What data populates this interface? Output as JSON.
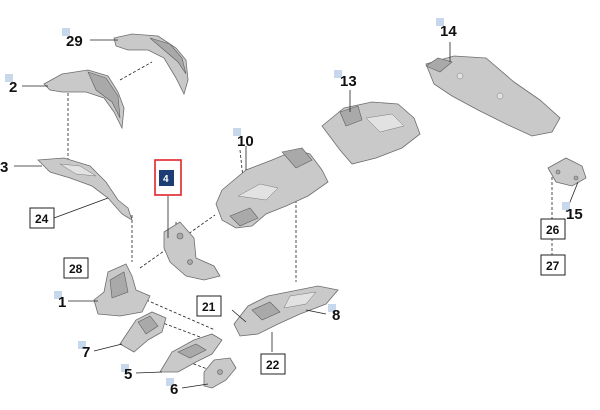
{
  "callouts": {
    "c29": "29",
    "c2": "2",
    "c3": "3",
    "c24": "24",
    "c28": "28",
    "c1": "1",
    "c7": "7",
    "c5": "5",
    "c6": "6",
    "c4": "4",
    "c10": "10",
    "c13": "13",
    "c14": "14",
    "c15": "15",
    "c26": "26",
    "c27": "27",
    "c21": "21",
    "c22": "22",
    "c8": "8"
  },
  "highlight": {
    "label": "4",
    "color": "#e0242a"
  },
  "colors": {
    "part": "#c9c9c9",
    "tag": "#c8d8ec",
    "highlight_fill": "#1d3e74"
  }
}
